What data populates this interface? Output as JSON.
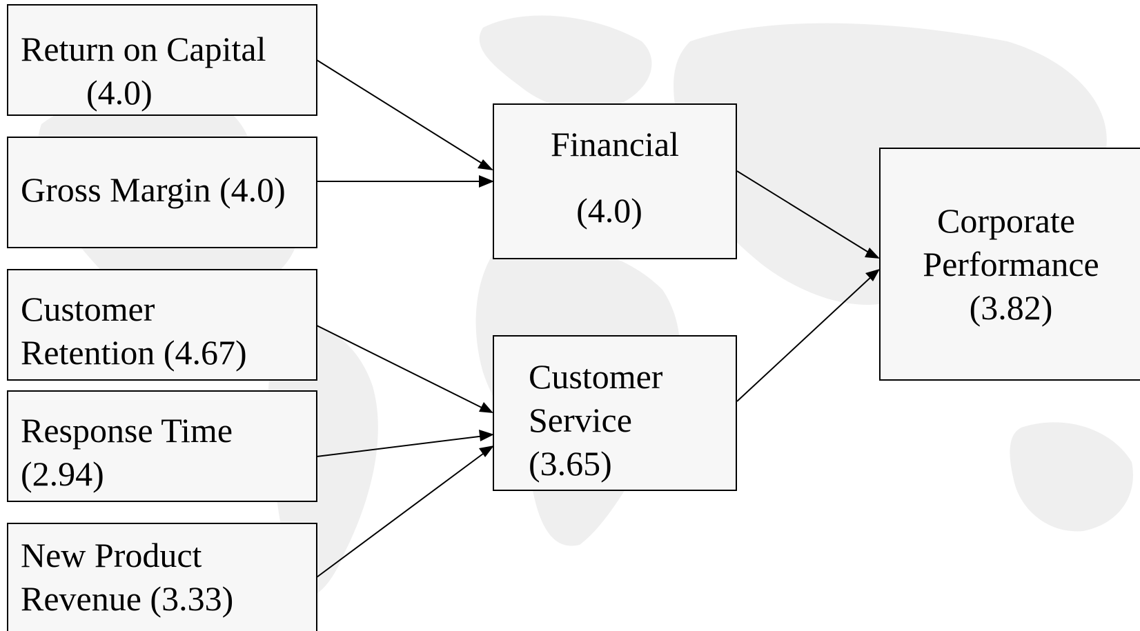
{
  "nodes": {
    "roc": {
      "lines": [
        "Return on Capital",
        "(4.0)"
      ]
    },
    "gm": {
      "lines": [
        "Gross Margin (4.0)"
      ]
    },
    "retention": {
      "lines": [
        "Customer",
        "Retention (4.67)"
      ]
    },
    "response": {
      "lines": [
        "Response Time",
        "(2.94)"
      ]
    },
    "npr": {
      "lines": [
        "New Product",
        "Revenue (3.33)"
      ]
    },
    "financial": {
      "lines": [
        "Financial",
        "(4.0)"
      ]
    },
    "service": {
      "lines": [
        "Customer",
        "Service",
        "(3.65)"
      ]
    },
    "corporate": {
      "lines": [
        "Corporate",
        "Performance",
        "(3.82)"
      ]
    }
  },
  "edges": [
    {
      "from": "roc",
      "to": "financial"
    },
    {
      "from": "gm",
      "to": "financial"
    },
    {
      "from": "retention",
      "to": "service"
    },
    {
      "from": "response",
      "to": "service"
    },
    {
      "from": "npr",
      "to": "service"
    },
    {
      "from": "financial",
      "to": "corporate"
    },
    {
      "from": "service",
      "to": "corporate"
    }
  ]
}
